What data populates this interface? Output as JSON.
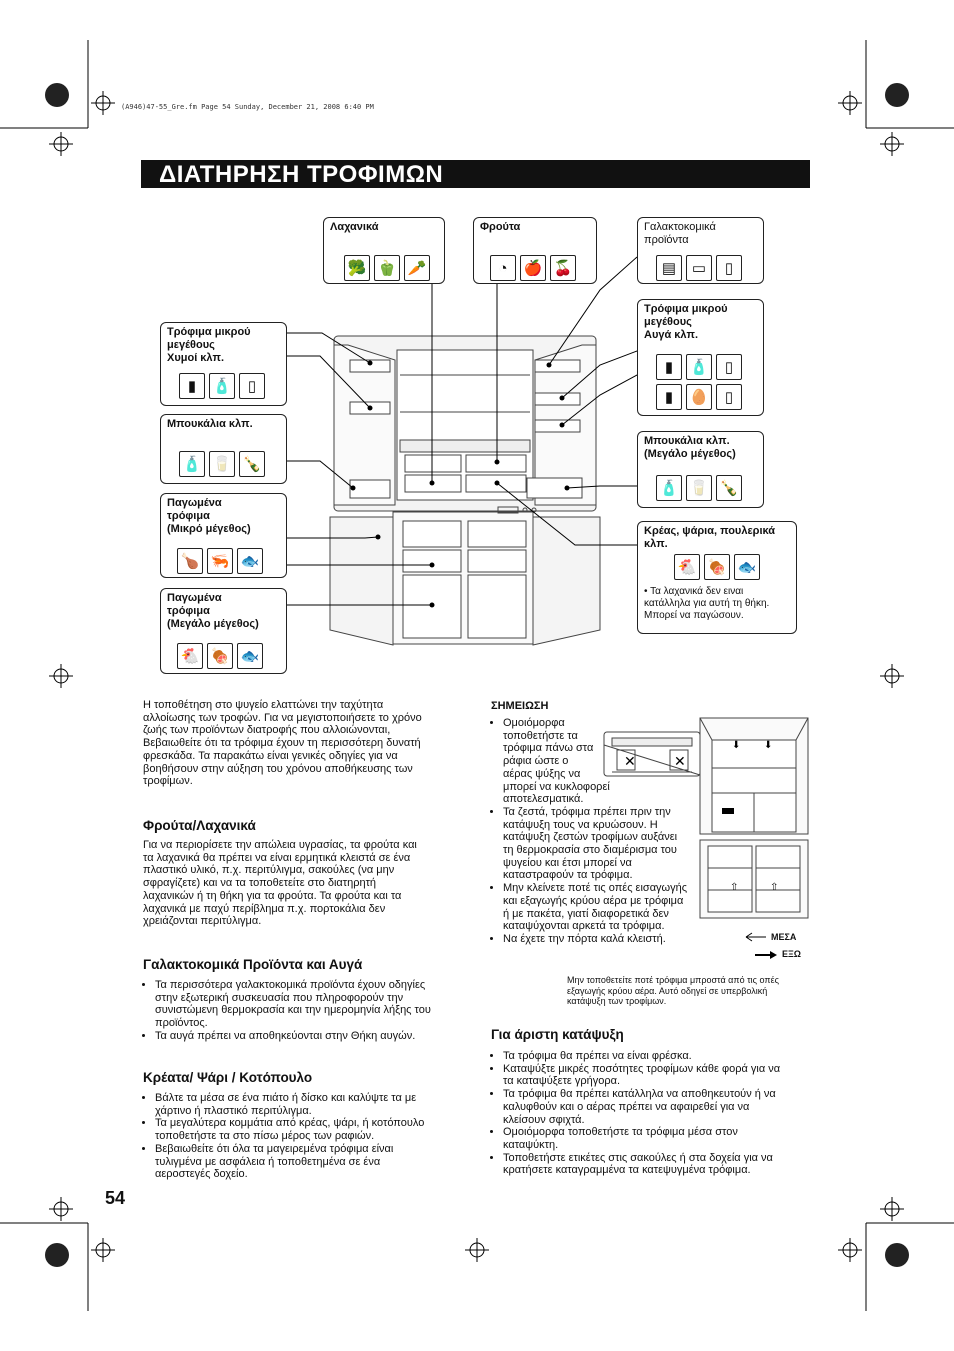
{
  "header_line": "(A946)47-55_Gre.fm  Page 54  Sunday, December 21, 2008  6:40 PM",
  "title": "ΔΙΑΤΗΡΗΣΗ ΤΡΟΦΙΜΩΝ",
  "diagram": {
    "vegetables": {
      "label": "Λαχανικά",
      "icons": [
        "broccoli-icon",
        "pepper-icon",
        "carrot-icon"
      ]
    },
    "fruit": {
      "label": "Φρούτα",
      "icons": [
        "citrus-icon",
        "apple-icon",
        "cherries-icon"
      ]
    },
    "dairy": {
      "label": "Γαλακτοκομικά\nπροϊόντα",
      "icons": [
        "cheese-icon",
        "butter-icon",
        "carton-icon"
      ]
    },
    "small_right": {
      "label": "Τρόφιμα μικρού\nμεγέθους\nΑυγά κλπ.",
      "icons": [
        "can-icon",
        "bottle-icon",
        "carton-icon",
        "can-icon",
        "egg-icon",
        "carton-icon"
      ]
    },
    "bottles_large": {
      "label": "Μπουκάλια κλπ.\n(Μεγάλο μέγεθος)",
      "icons": [
        "bottle-icon",
        "carton-icon",
        "wine-bottle-icon"
      ]
    },
    "meat": {
      "label": "Κρέας, ψάρια, πουλερικά\nκλπ.",
      "icons": [
        "chicken-icon",
        "meat-icon",
        "fish-icon"
      ],
      "note": "• Τα λαχανικά δεν ειναι\n   κατάλληλα για αυτή τη θήκη.\n   Μπορεί να παγώσουν."
    },
    "small_left": {
      "label": "Τρόφιμα μικρού\nμεγέθους\nΧυμοί κλπ.",
      "icons": [
        "can-icon",
        "bottle-icon",
        "carton-icon"
      ]
    },
    "bottles": {
      "label": "Μπουκάλια κλπ.",
      "icons": [
        "bottle-icon",
        "carton-icon",
        "wine-bottle-icon"
      ]
    },
    "frozen_small": {
      "label": "Παγωμένα\nτρόφιμα\n(Μικρό μέγεθος)",
      "icons": [
        "drumstick-icon",
        "shrimp-icon",
        "fish-icon"
      ]
    },
    "frozen_large": {
      "label": "Παγωμένα\nτρόφιμα\n(Μεγάλο μέγεθος)",
      "icons": [
        "chicken-icon",
        "meat-icon",
        "fish-icon"
      ]
    }
  },
  "intro": "Η τοποθέτηση στο ψυγείο ελαττώνει την ταχύτητα\nαλλοίωσης των τροφών. Για να μεγιστοποιήσετε το χρόνο\nζωής των προϊόντων διατροφής που αλλοιώνονται,\nΒεβαιωθείτε ότι τα τρόφιμα έχουν τη περισσότερη δυνατή\nφρεσκάδα. Τα παρακάτω είναι γενικές οδηγίες για να\nβοηθήσουν στην αύξηση του χρόνου αποθήκευσης των\nτροφίμων.",
  "fruit_section": {
    "heading": "Φρούτα/Λαχανικά",
    "text": "Για να περιορίσετε την απώλεια υγρασίας, τα φρούτα και\nτα λαχανικά θα πρέπει να είναι ερμητικά κλειστά σε ένα\nπλαστικό υλικό, π.χ. περιτύλιγμα, σακούλες (να μην\nσφραγίζετε) και να τα τοποθετείτε στο διατηρητή\nλαχανικών ή τη θήκη για τα φρούτα. Τα φρούτα και τα\nλαχανικά με παχύ περίβλημα π.χ. πορτοκάλια δεν\nχρειάζονται περιτύλιγμα."
  },
  "dairy_section": {
    "heading": "Γαλακτοκομικά Προϊόντα και Αυγά",
    "items": [
      "Τα περισσότερα γαλακτοκομικά προϊόντα έχουν οδηγίες\nστην εξωτερική συσκευασία που πληροφορούν την\nσυνιστώμενη θερμοκρασία και την ημερομηνία λήξης του\nπροϊόντος.",
      "Τα αυγά πρέπει να αποθηκεύονται στην Θήκη αυγών."
    ]
  },
  "meat_section": {
    "heading": "Κρέατα/ Ψάρι / Κοτόπουλο",
    "items": [
      "Βάλτε τα μέσα σε ένα πιάτο ή δίσκο και καλύψτε τα με\nχάρτινο ή πλαστικό περιτύλιγμα.",
      "Τα μεγαλύτερα κομμάτια από κρέας, ψάρι, ή κοτόπουλο\nτοποθετήστε τα στο πίσω μέρος των ραφιών.",
      "Βεβαιωθείτε ότι όλα τα μαγειρεμένα τρόφιμα είναι\nτυλιγμένα με ασφάλεια ή τοποθετημένα σε ένα\nαεροστεγές δοχείο."
    ]
  },
  "note_section": {
    "heading": "ΣΗΜΕΙΩΣΗ",
    "items": [
      "Ομοιόμορφα\nτοποθετήστε τα\nτρόφιμα πάνω στα\nράφια ώστε ο\nαέρας ψύξης να\nμπορεί να κυκλοφορεί\nαποτελεσματικά.",
      "Τα ζεστά, τρόφιμα πρέπει πριν την\nκατάψυξη τους να κρυώσουν. Η\nκατάψυξη ζεστών τροφίμων αυξάνει\nτη θερμοκρασία στο διαμέρισμα του\nψυγείου και έτσι μπορεί να\nκαταστραφούν τα τρόφιμα.",
      "Μην κλείνετε ποτέ τις οπές εισαγωγής\nκαι εξαγωγής κρύου αέρα με τρόφιμα\nή με πακέτα, γιατί διαφορετικά δεν\nκαταψύχονται αρκετά τα τρόφιμα.",
      "Να έχετε την πόρτα καλά κλειστή."
    ],
    "legend_in": "ΜΕΣΑ",
    "legend_out": "ΕΞΩ",
    "caption": "Μην τοποθετείτε ποτέ τρόφιμα μπροστά από τις οπές\nεξαγωγής κρύου αέρα. Αυτό οδηγεί σε υπερβολική\nκατάψυξη των τροφίμων."
  },
  "freeze_section": {
    "heading": "Για άριστη κατάψυξη",
    "items": [
      "Τα τρόφιμα θα πρέπει να είναι φρέσκα.",
      "Καταψύξτε μικρές ποσότητες τροφίμων κάθε φορά για να\nτα καταψύξετε γρήγορα.",
      "Τα τρόφιμα θα πρέπει κατάλληλα να αποθηκευτούν ή να\nκαλυφθούν και ο αέρας πρέπει να αφαιρεθεί για να\nκλείσουν σφιχτά.",
      "Ομοιόμορφα τοποθετήστε τα τρόφιμα μέσα στον\nκαταψύκτη.",
      "Τοποθετήστε ετικέτες στις σακούλες ή στα δοχεία για να\nκρατήσετε καταγραμμένα τα κατεψυγμένα τρόφιμα."
    ]
  },
  "page_number": "54"
}
